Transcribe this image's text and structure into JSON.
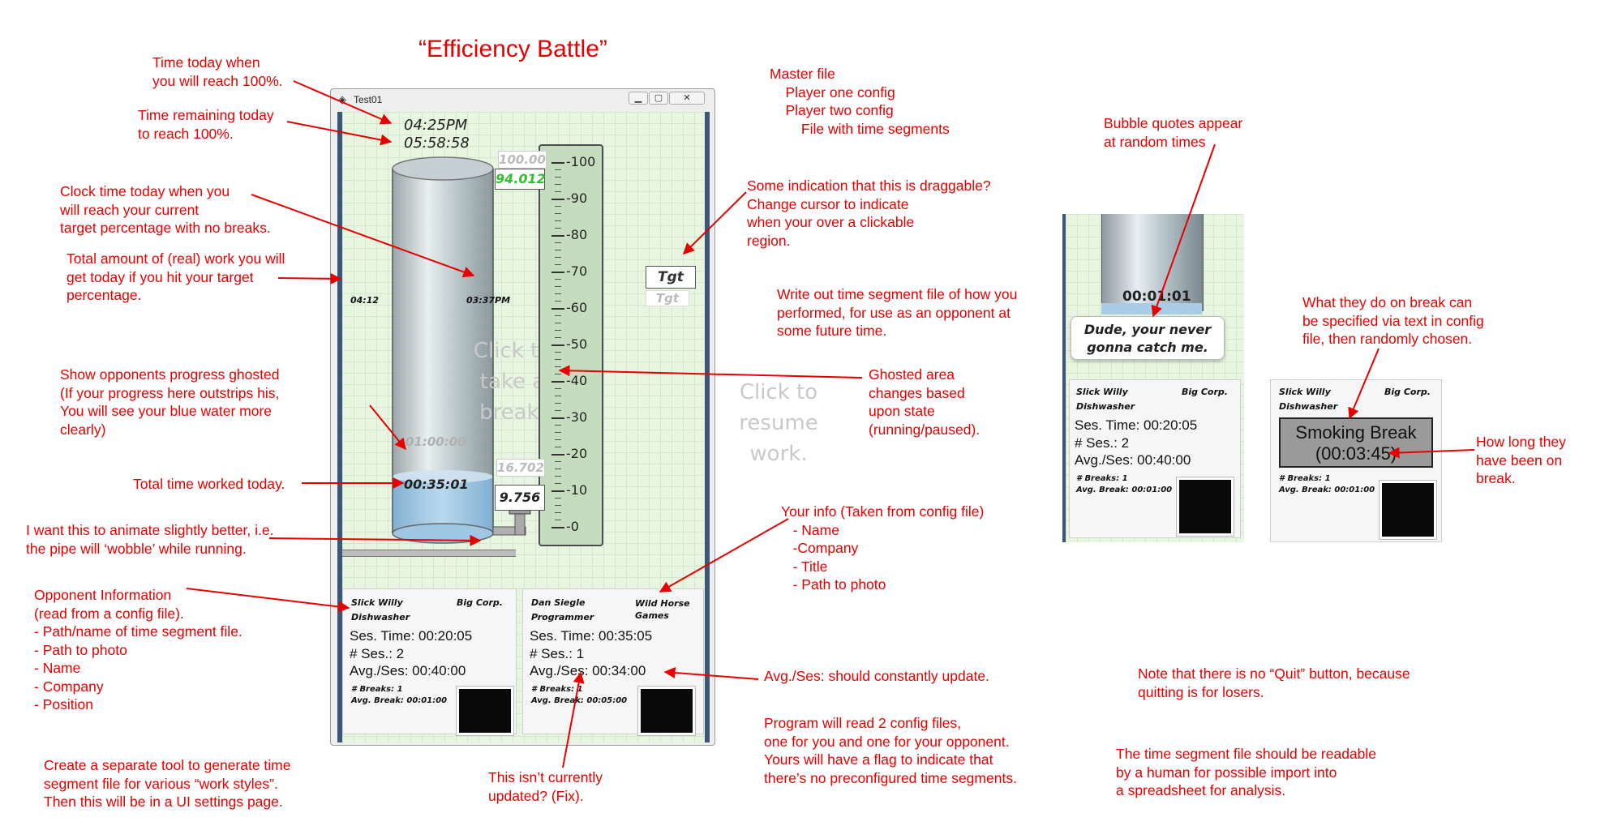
{
  "page_title": "“Efficiency Battle”",
  "window": {
    "title": "Test01",
    "btn_min": "▁",
    "btn_max": "▢",
    "btn_close": "✕"
  },
  "app": {
    "target_clock": "04:25PM",
    "remaining": "05:58:58",
    "left_time": "04:12",
    "target_time_no_breaks": "03:37PM",
    "opponent_time": "01:00:00",
    "worked_today": "00:35:01",
    "ghost_break": "Click to take a break.",
    "ghost_resume": "Click to resume work.",
    "ruler_ticks": [
      "100",
      "90",
      "80",
      "70",
      "60",
      "50",
      "40",
      "30",
      "20",
      "10",
      "0"
    ],
    "top_tag_ghost": "100.00",
    "top_tag": "94.012",
    "target_tag": "Tgt",
    "target_tag_ghost": "Tgt",
    "bottom_tag_ghost": "16.702",
    "bottom_tag": "9.756"
  },
  "opponent_card": {
    "name": "Slick Willy",
    "title": "Dishwasher",
    "company": "Big Corp.",
    "ses_time": "Ses. Time: 00:20:05",
    "ses_count": "# Ses.: 2",
    "avg": "Avg./Ses: 00:40:00",
    "breaks": "# Breaks: 1",
    "avg_break": "Avg. Break: 00:01:00"
  },
  "player_card": {
    "name": "Dan Siegle",
    "title": "Programmer",
    "company": "Wild Horse Games",
    "ses_time": "Ses. Time: 00:35:05",
    "ses_count": "# Ses.: 1",
    "avg": "Avg./Ses: 00:34:00",
    "breaks": "# Breaks: 1",
    "avg_break": "Avg. Break: 00:05:00"
  },
  "bubble_panel": {
    "time": "00:01:01",
    "quote": "Dude, your never gonna catch me."
  },
  "break_panel": {
    "break_label": "Smoking Break",
    "break_time": "(00:03:45)"
  },
  "notes": {
    "n1": "Time today when\nyou will reach 100%.",
    "n2": "Time remaining today\nto reach 100%.",
    "n3": "Clock time today when you\nwill reach your current\ntarget percentage with no breaks.",
    "n4": "Total amount of (real) work you will\nget today if you hit your target\npercentage.",
    "n5": "Show opponents progress ghosted\n(If your progress here outstrips his,\nYou will see your blue water more\nclearly)",
    "n6": "Total time worked today.",
    "n7": "I want this to animate slightly better, i.e.\nthe pipe will ‘wobble’ while running.",
    "n8": "Opponent Information\n(read from a config file).\n- Path/name of time segment file.\n- Path to photo\n- Name\n- Company\n- Position",
    "n9": "Create a separate tool to generate time\nsegment file for various “work styles”.\nThen this will be in a UI settings page.",
    "n10": "This isn’t currently\nupdated? (Fix).",
    "n11": "Master file\n    Player one config\n    Player two config\n        File with time segments",
    "n12": "Some indication that this is draggable?\nChange cursor to indicate\nwhen your over a clickable\nregion.",
    "n13": "Write out time segment file of how you\nperformed, for use as an opponent at\nsome future time.",
    "n14": "Ghosted area\nchanges based\nupon state\n(running/paused).",
    "n15": "Your info (Taken from config file)\n   - Name\n   -Company\n   - Title\n   - Path to photo",
    "n16": "Avg./Ses: should constantly update.",
    "n17": "Program will read 2 config files,\none for you and one for your opponent.\nYours will have a flag to indicate that\nthere’s no preconfigured time segments.",
    "n18": "Bubble quotes appear\nat random times",
    "n19": "What they do on break can\nbe specified via text in config\nfile, then randomly chosen.",
    "n20": "How long they\nhave been on\nbreak.",
    "n21": "Note that there is no “Quit” button, because\nquitting is for losers.",
    "n22": "The time segment file should be readable\nby a human for possible import into\na spreadsheet for analysis."
  },
  "colors": {
    "annotation": "#e60000",
    "frame": "#3b5677",
    "water": "#a9cde6",
    "grid": "#e7f5e1"
  }
}
